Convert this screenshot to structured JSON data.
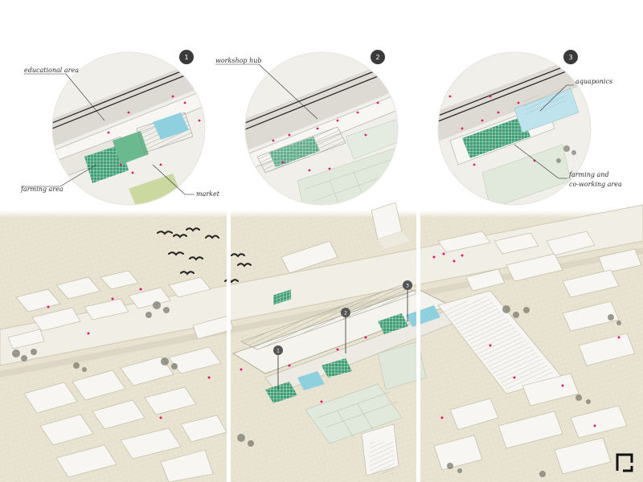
{
  "callouts": [
    {
      "number": "1",
      "labels": [
        "educational area",
        "farming area",
        "market"
      ]
    },
    {
      "number": "2",
      "labels": [
        "workshop hub"
      ]
    },
    {
      "number": "3",
      "labels": [
        "aquaponics",
        "farming and",
        "co-working area"
      ]
    }
  ],
  "map_markers": [
    "1",
    "2",
    "3"
  ],
  "colors": {
    "ground": "#e9e3d2",
    "block_fill": "#f7f6f2",
    "greenhouse": "#3f9e74",
    "pool": "#8fd0df",
    "people": "#e0186c",
    "marker": "#555555"
  },
  "icons": [
    "bird-icon",
    "logo-icon"
  ]
}
